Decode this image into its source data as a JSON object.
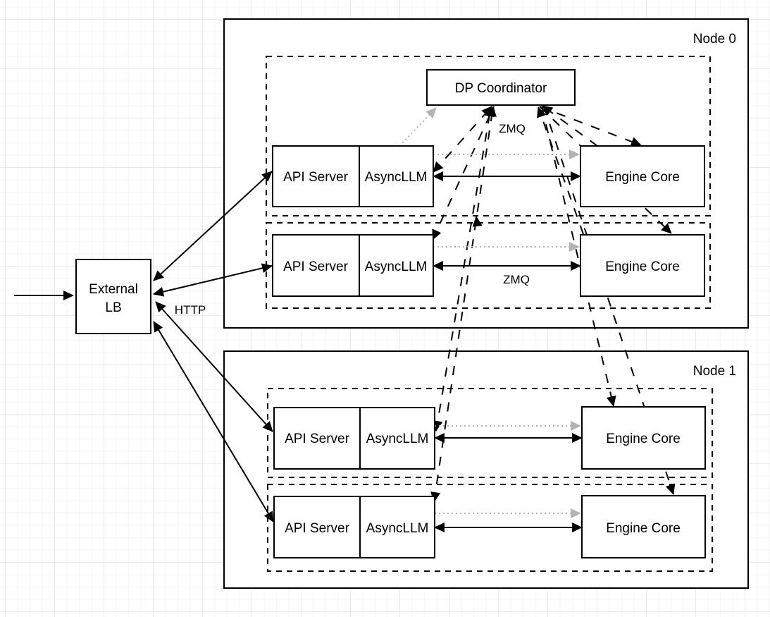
{
  "lb": {
    "line1": "External",
    "line2": "LB"
  },
  "coordinator": {
    "label": "DP Coordinator"
  },
  "nodes": [
    {
      "label": "Node 0",
      "rows": [
        {
          "api_server": "API Server",
          "asyncllm": "AsyncLLM",
          "engine_core": "Engine Core"
        },
        {
          "api_server": "API Server",
          "asyncllm": "AsyncLLM",
          "engine_core": "Engine Core"
        }
      ]
    },
    {
      "label": "Node 1",
      "rows": [
        {
          "api_server": "API Server",
          "asyncllm": "AsyncLLM",
          "engine_core": "Engine Core"
        },
        {
          "api_server": "API Server",
          "asyncllm": "AsyncLLM",
          "engine_core": "Engine Core"
        }
      ]
    }
  ],
  "edge_labels": {
    "http": "HTTP",
    "zmq_coordinator": "ZMQ",
    "zmq_engine": "ZMQ"
  },
  "colors": {
    "stroke": "#000000",
    "handshake_gray": "#b3b3b3",
    "background": "#ffffff"
  }
}
